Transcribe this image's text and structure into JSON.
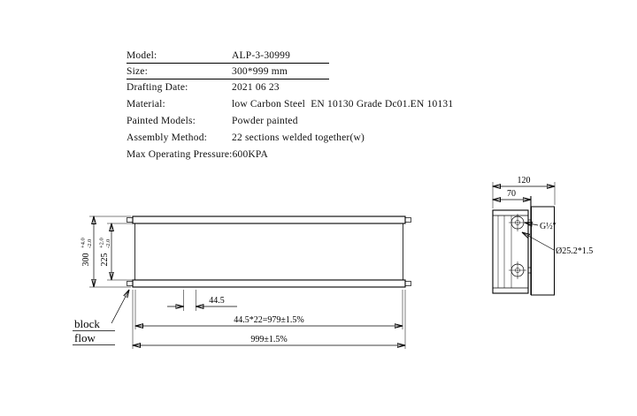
{
  "spec": {
    "rows": [
      {
        "label": "Model:",
        "value": "ALP-3-30999"
      },
      {
        "label": "Size:",
        "value": "300*999 mm"
      },
      {
        "label": "Drafting Date:",
        "value": "2021 06 23"
      },
      {
        "label": "Material:",
        "value": "low Carbon Steel  EN 10130 Grade Dc01.EN 10131"
      },
      {
        "label": "Painted Models:",
        "value": "Powder painted"
      },
      {
        "label": "Assembly Method:",
        "value": "22 sections welded together(w)"
      },
      {
        "label": "Max Operating Pressure:",
        "value": "600KPA"
      }
    ]
  },
  "front_view": {
    "sections": 22,
    "dim_height": {
      "nominal": "300",
      "tol_plus": "+4.0",
      "tol_minus": "-2.0"
    },
    "dim_inner_height": {
      "nominal": "225",
      "tol_plus": "+2.0",
      "tol_minus": "-2.0"
    },
    "dim_pitch": "44.5",
    "dim_total_sections": "44.5*22=979±1.5%",
    "dim_overall": "999±1.5%",
    "flow_label_line1": "block",
    "flow_label_line2": "flow"
  },
  "side_view": {
    "dim_depth": "120",
    "dim_wall": "70",
    "thread_label": "G½″",
    "pipe_label": "Ø25.2*1.5"
  }
}
